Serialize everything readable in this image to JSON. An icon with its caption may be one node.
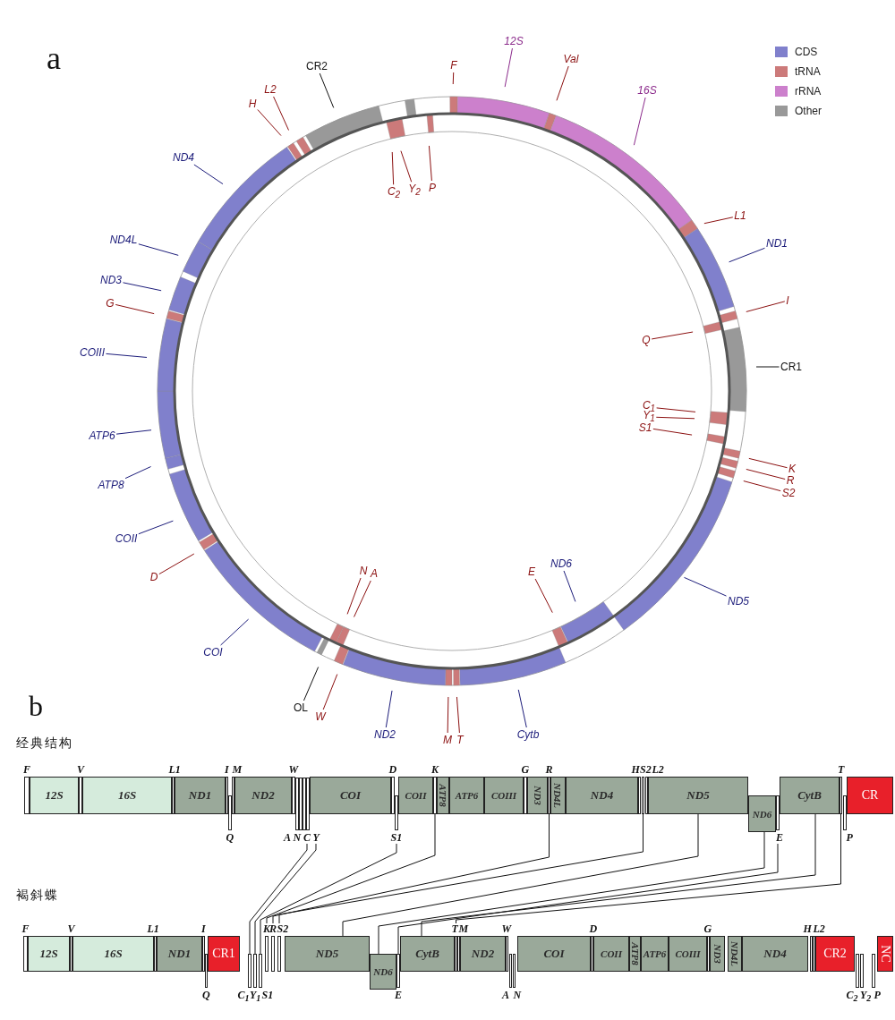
{
  "diagram": {
    "nodes": [
      {
        "text": [
          "F"
        ]
      },
      {
        "text": [
          "12S"
        ]
      },
      {
        "text": [
          "Val"
        ]
      },
      {
        "text": [
          "16S"
        ]
      },
      {
        "text": [
          "L1"
        ]
      },
      {
        "text": [
          "ND1"
        ]
      },
      {
        "text": [
          "I"
        ]
      },
      {
        "text": [
          "Q"
        ]
      },
      {
        "text": [
          "CR1"
        ]
      },
      {
        "text": [
          "C$_{1}$"
        ]
      },
      {
        "text": [
          "Y$_{1}$"
        ]
      },
      {
        "text": [
          "S1"
        ]
      },
      {
        "text": [
          "K"
        ]
      },
      {
        "text": [
          "R"
        ]
      },
      {
        "text": [
          "S2"
        ]
      },
      {
        "text": [
          "ND5"
        ]
      },
      {
        "text": [
          "ND6"
        ]
      },
      {
        "text": [
          "E"
        ]
      },
      {
        "text": [
          "Cytb"
        ]
      },
      {
        "text": [
          "T"
        ]
      },
      {
        "text": [
          "M"
        ]
      },
      {
        "text": [
          "ND2"
        ]
      },
      {
        "text": [
          "A"
        ]
      },
      {
        "text": [
          "N"
        ]
      },
      {
        "text": [
          "W"
        ]
      },
      {
        "text": [
          "OL"
        ]
      },
      {
        "text": [
          "COI"
        ]
      },
      {
        "text": [
          "D"
        ]
      },
      {
        "text": [
          "COII"
        ]
      },
      {
        "text": [
          "ATP8"
        ]
      },
      {
        "text": [
          "ATP6"
        ]
      },
      {
        "text": [
          "COIII"
        ]
      },
      {
        "text": [
          "G"
        ]
      },
      {
        "text": [
          "ND3"
        ]
      },
      {
        "text": [
          "ND4L"
        ]
      },
      {
        "text": [
          "ND4"
        ]
      },
      {
        "text": [
          "H"
        ]
      },
      {
        "text": [
          "L2"
        ]
      },
      {
        "text": [
          "CR2"
        ]
      },
      {
        "text": [
          "C$_{2}$"
        ]
      },
      {
        "text": [
          "Y$_{2}$"
        ]
      },
      {
        "text": [
          "P"
        ]
      },
      {
        "text": [
          "F"
        ]
      },
      {
        "text": [
          "12S"
        ]
      },
      {
        "text": [
          "V"
        ]
      },
      {
        "text": [
          "16S"
        ]
      },
      {
        "text": [
          "L1"
        ]
      },
      {
        "text": [
          "ND1"
        ]
      },
      {
        "text": [
          "I"
        ]
      },
      {
        "text": [
          "Q"
        ]
      },
      {
        "text": [
          "M"
        ]
      },
      {
        "text": [
          "ND2"
        ]
      },
      {
        "text": [
          "W"
        ]
      },
      {
        "text": [
          "A"
        ]
      },
      {
        "text": [
          "N"
        ]
      },
      {
        "text": [
          "C"
        ]
      },
      {
        "text": [
          "Y"
        ]
      },
      {
        "text": [
          "COI"
        ]
      },
      {
        "text": [
          "D"
        ]
      },
      {
        "text": [
          "S1"
        ]
      },
      {
        "text": [
          "COII"
        ]
      },
      {
        "text": [
          "K"
        ]
      },
      {
        "text": [
          "ATP8"
        ]
      },
      {
        "text": [
          "ATP6"
        ]
      },
      {
        "text": [
          "COIII"
        ]
      },
      {
        "text": [
          "G"
        ]
      },
      {
        "text": [
          "ND3"
        ]
      },
      {
        "text": [
          "R"
        ]
      },
      {
        "text": [
          "ND4L"
        ]
      },
      {
        "text": [
          "ND4"
        ]
      },
      {
        "text": [
          "H"
        ]
      },
      {
        "text": [
          "S2"
        ]
      },
      {
        "text": [
          "L2"
        ]
      },
      {
        "text": [
          "ND5"
        ]
      },
      {
        "text": [
          "ND6"
        ]
      },
      {
        "text": [
          "E"
        ]
      },
      {
        "text": [
          "CytB"
        ]
      },
      {
        "text": [
          "T"
        ]
      },
      {
        "text": [
          "P"
        ]
      },
      {
        "text": [
          "CR"
        ]
      },
      {
        "text": [
          "F"
        ]
      },
      {
        "text": [
          "12S"
        ]
      },
      {
        "text": [
          "V"
        ]
      },
      {
        "text": [
          "16S"
        ]
      },
      {
        "text": [
          "L1"
        ]
      },
      {
        "text": [
          "ND1"
        ]
      },
      {
        "text": [
          "I"
        ]
      },
      {
        "text": [
          "Q"
        ]
      },
      {
        "text": [
          "CR1"
        ]
      },
      {
        "text": [
          "C$_{1}$"
        ]
      },
      {
        "text": [
          "Y$_{1}$"
        ]
      },
      {
        "text": [
          "S1"
        ]
      },
      {
        "text": [
          "K"
        ]
      },
      {
        "text": [
          "R"
        ]
      },
      {
        "text": [
          "S2"
        ]
      },
      {
        "text": [
          "ND5"
        ]
      },
      {
        "text": [
          "ND6"
        ]
      },
      {
        "text": [
          "E"
        ]
      },
      {
        "text": [
          "CytB"
        ]
      },
      {
        "text": [
          "T"
        ]
      },
      {
        "text": [
          "M"
        ]
      },
      {
        "text": [
          "ND2"
        ]
      },
      {
        "text": [
          "W"
        ]
      },
      {
        "text": [
          "A"
        ]
      },
      {
        "text": [
          "N"
        ]
      },
      {
        "text": [
          "COI"
        ]
      },
      {
        "text": [
          "D"
        ]
      },
      {
        "text": [
          "COII"
        ]
      },
      {
        "text": [
          "ATP8"
        ]
      },
      {
        "text": [
          "ATP6"
        ]
      },
      {
        "text": [
          "COIII"
        ]
      },
      {
        "text": [
          "G"
        ]
      },
      {
        "text": [
          "ND3"
        ]
      },
      {
        "text": [
          "ND4L"
        ]
      },
      {
        "text": [
          "ND4"
        ]
      },
      {
        "text": [
          "H"
        ]
      },
      {
        "text": [
          "L2"
        ]
      },
      {
        "text": [
          "CR2"
        ]
      },
      {
        "text": [
          "C$_{2}$"
        ]
      },
      {
        "text": [
          "Y$_{2}$"
        ]
      },
      {
        "text": [
          "P"
        ]
      },
      {
        "text": [
          "NC"
        ]
      }
    ],
    "edges": [
      {
        "from": 0,
        "to": null,
        "arrow": "none",
        "color": "#8b1010"
      },
      {
        "from": 1,
        "to": null,
        "arrow": "none",
        "color": "#8b2a8b"
      },
      {
        "from": 2,
        "to": null,
        "arrow": "none",
        "color": "#8b1010"
      },
      {
        "from": 3,
        "to": null,
        "arrow": "none",
        "color": "#8b2a8b"
      },
      {
        "from": 4,
        "to": null,
        "arrow": "none",
        "color": "#8b1010"
      },
      {
        "from": 5,
        "to": null,
        "arrow": "none",
        "color": "#1c1c7a"
      },
      {
        "from": 6,
        "to": null,
        "arrow": "none",
        "color": "#8b1010"
      },
      {
        "from": 7,
        "to": null,
        "arrow": "none",
        "color": "#8b1010"
      },
      {
        "from": 8,
        "to": null,
        "arrow": "none",
        "color": "#111111"
      },
      {
        "from": 9,
        "to": null,
        "arrow": "none",
        "color": "#8b1010"
      },
      {
        "from": 10,
        "to": null,
        "arrow": "none",
        "color": "#8b1010"
      },
      {
        "from": 11,
        "to": null,
        "arrow": "none",
        "color": "#8b1010"
      },
      {
        "from": 12,
        "to": null,
        "arrow": "none",
        "color": "#8b1010"
      },
      {
        "from": 13,
        "to": null,
        "arrow": "none",
        "color": "#8b1010"
      },
      {
        "from": 14,
        "to": null,
        "arrow": "none",
        "color": "#8b1010"
      },
      {
        "from": 15,
        "to": null,
        "arrow": "none",
        "color": "#1c1c7a"
      },
      {
        "from": 16,
        "to": null,
        "arrow": "none",
        "color": "#1c1c7a"
      },
      {
        "from": 17,
        "to": null,
        "arrow": "none",
        "color": "#8b1010"
      },
      {
        "from": 18,
        "to": null,
        "arrow": "none",
        "color": "#1c1c7a"
      },
      {
        "from": 19,
        "to": null,
        "arrow": "none",
        "color": "#8b1010"
      },
      {
        "from": 20,
        "to": null,
        "arrow": "none",
        "color": "#8b1010"
      },
      {
        "from": 21,
        "to": null,
        "arrow": "none",
        "color": "#1c1c7a"
      },
      {
        "from": 22,
        "to": null,
        "arrow": "none",
        "color": "#8b1010"
      },
      {
        "from": 23,
        "to": null,
        "arrow": "none",
        "color": "#8b1010"
      },
      {
        "from": 24,
        "to": null,
        "arrow": "none",
        "color": "#8b1010"
      },
      {
        "from": 25,
        "to": null,
        "arrow": "none",
        "color": "#111111"
      },
      {
        "from": 26,
        "to": null,
        "arrow": "none",
        "color": "#1c1c7a"
      },
      {
        "from": 27,
        "to": null,
        "arrow": "none",
        "color": "#8b1010"
      },
      {
        "from": 28,
        "to": null,
        "arrow": "none",
        "color": "#1c1c7a"
      },
      {
        "from": 29,
        "to": null,
        "arrow": "none",
        "color": "#1c1c7a"
      },
      {
        "from": 30,
        "to": null,
        "arrow": "none",
        "color": "#1c1c7a"
      },
      {
        "from": 31,
        "to": null,
        "arrow": "none",
        "color": "#1c1c7a"
      },
      {
        "from": 32,
        "to": null,
        "arrow": "none",
        "color": "#8b1010"
      },
      {
        "from": 33,
        "to": null,
        "arrow": "none",
        "color": "#1c1c7a"
      },
      {
        "from": 34,
        "to": null,
        "arrow": "none",
        "color": "#1c1c7a"
      },
      {
        "from": 35,
        "to": null,
        "arrow": "none",
        "color": "#1c1c7a"
      },
      {
        "from": 36,
        "to": null,
        "arrow": "none",
        "color": "#8b1010"
      },
      {
        "from": 37,
        "to": null,
        "arrow": "none",
        "color": "#8b1010"
      },
      {
        "from": 38,
        "to": null,
        "arrow": "none",
        "color": "#111111"
      },
      {
        "from": 39,
        "to": null,
        "arrow": "none",
        "color": "#8b1010"
      },
      {
        "from": 40,
        "to": null,
        "arrow": "none",
        "color": "#8b1010"
      },
      {
        "from": 41,
        "to": null,
        "arrow": "none",
        "color": "#8b1010"
      },
      {
        "from": 55,
        "to": 89,
        "arrow": "none",
        "color": "#111111"
      },
      {
        "from": 56,
        "to": 90,
        "arrow": "none",
        "color": "#111111"
      },
      {
        "from": 59,
        "to": 91,
        "arrow": "none",
        "color": "#111111"
      },
      {
        "from": 61,
        "to": 92,
        "arrow": "none",
        "color": "#111111"
      },
      {
        "from": 67,
        "to": 93,
        "arrow": "none",
        "color": "#111111"
      },
      {
        "from": 71,
        "to": 94,
        "arrow": "none",
        "color": "#111111"
      },
      {
        "from": 73,
        "to": 95,
        "arrow": "none",
        "color": "#111111"
      },
      {
        "from": 74,
        "to": 96,
        "arrow": "none",
        "color": "#111111"
      },
      {
        "from": 75,
        "to": 97,
        "arrow": "none",
        "color": "#111111"
      },
      {
        "from": 76,
        "to": 98,
        "arrow": "none",
        "color": "#111111"
      },
      {
        "from": 77,
        "to": 99,
        "arrow": "none",
        "color": "#111111"
      }
    ],
    "labels": [
      "a",
      "b",
      "经典结构",
      "褐斜蝶"
    ],
    "legend": [
      {
        "text": "CDS",
        "color": "#8080cc"
      },
      {
        "text": "tRNA",
        "color": "#cc7a7a"
      },
      {
        "text": "rRNA",
        "color": "#cc80cc"
      },
      {
        "text": "Other",
        "color": "#999999"
      }
    ]
  }
}
